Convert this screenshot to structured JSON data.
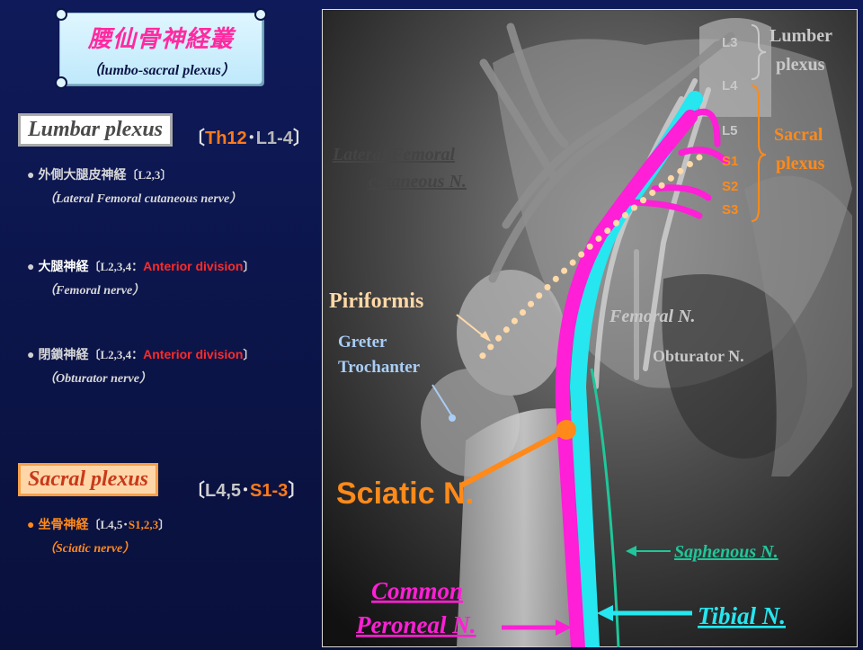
{
  "title": {
    "jp": "腰仙骨神経叢",
    "en": "（lumbo-sacral plexus）"
  },
  "lumbar": {
    "heading": "Lumbar plexus",
    "range": {
      "open": "〔",
      "th": "Th12",
      "dot": "･",
      "l": "L1-4",
      "close": "〕"
    },
    "items": [
      {
        "jp": "外側大腿皮神経",
        "range": "〔L2,3〕",
        "range_extra": "",
        "range_close": "",
        "en": "（Lateral Femoral cutaneous nerve）"
      },
      {
        "jp": "大腿神経",
        "range": "〔L2,3,4：",
        "range_extra": "Anterior division",
        "range_close": "〕",
        "en": "（Femoral nerve）"
      },
      {
        "jp": "閉鎖神経",
        "range": "〔L2,3,4：",
        "range_extra": "Anterior division",
        "range_close": "〕",
        "en": "（Obturator nerve）"
      }
    ]
  },
  "sacral": {
    "heading": "Sacral plexus",
    "range": {
      "open": "〔",
      "l": "L4,5",
      "dot": "･",
      "s": "S1-3",
      "close": "〕"
    },
    "item": {
      "jp": "坐骨神経",
      "range_a": "〔L4,5･",
      "range_b": "S1,2,3",
      "range_c": "〕",
      "en": "（Sciatic nerve）"
    }
  },
  "figure": {
    "levels": {
      "l3": "L3",
      "l4": "L4",
      "l5": "L5",
      "s1": "S1",
      "s2": "S2",
      "s3": "S3"
    },
    "lumber_plexus": [
      "Lumber",
      "plexus"
    ],
    "sacral_plexus": [
      "Sacral",
      "plexus"
    ],
    "lateral_femoral": [
      "Lateral Femoral",
      "cutaneous N."
    ],
    "piriformis": "Piriformis",
    "greter_trochanter": [
      "Greter",
      "Trochanter"
    ],
    "femoral_n": "Femoral N.",
    "obturator_n": "Obturator N.",
    "sciatic_n": "Sciatic N.",
    "saphenous_n": "Saphenous N.",
    "common_peroneal": [
      "Common",
      "Peroneal N."
    ],
    "tibial_n": "Tibial N."
  },
  "colors": {
    "background": "#0f1a5a",
    "sciatic": "#ff1fd6",
    "tibial": "#26e6ef",
    "saphenous": "#1fc79a",
    "orange": "#ff8a1a",
    "piriformis_text": "#ffd9a8"
  }
}
